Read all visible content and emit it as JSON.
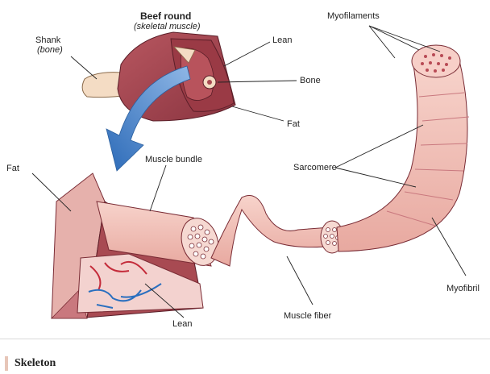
{
  "labels": {
    "beef_round": "Beef round",
    "skeletal_muscle": "(skeletal muscle)",
    "shank": "Shank",
    "bone_paren": "(bone)",
    "lean_top": "Lean",
    "bone": "Bone",
    "fat_top": "Fat",
    "fat_left": "Fat",
    "myofilaments": "Myofilaments",
    "sarcomere": "Sarcomere",
    "muscle_bundle": "Muscle bundle",
    "lean_bottom": "Lean",
    "muscle_fiber": "Muscle fiber",
    "myofibril": "Myofibril"
  },
  "footer": {
    "title": "Skeleton"
  },
  "colors": {
    "meat": "#a84a52",
    "meat_dark": "#7a2c35",
    "fat_pink": "#e6b1ac",
    "fiber": "#f2c1b8",
    "arrow": "#3b7cc4",
    "vessel_red": "#c42b3a",
    "vessel_blue": "#2a6fbf"
  }
}
